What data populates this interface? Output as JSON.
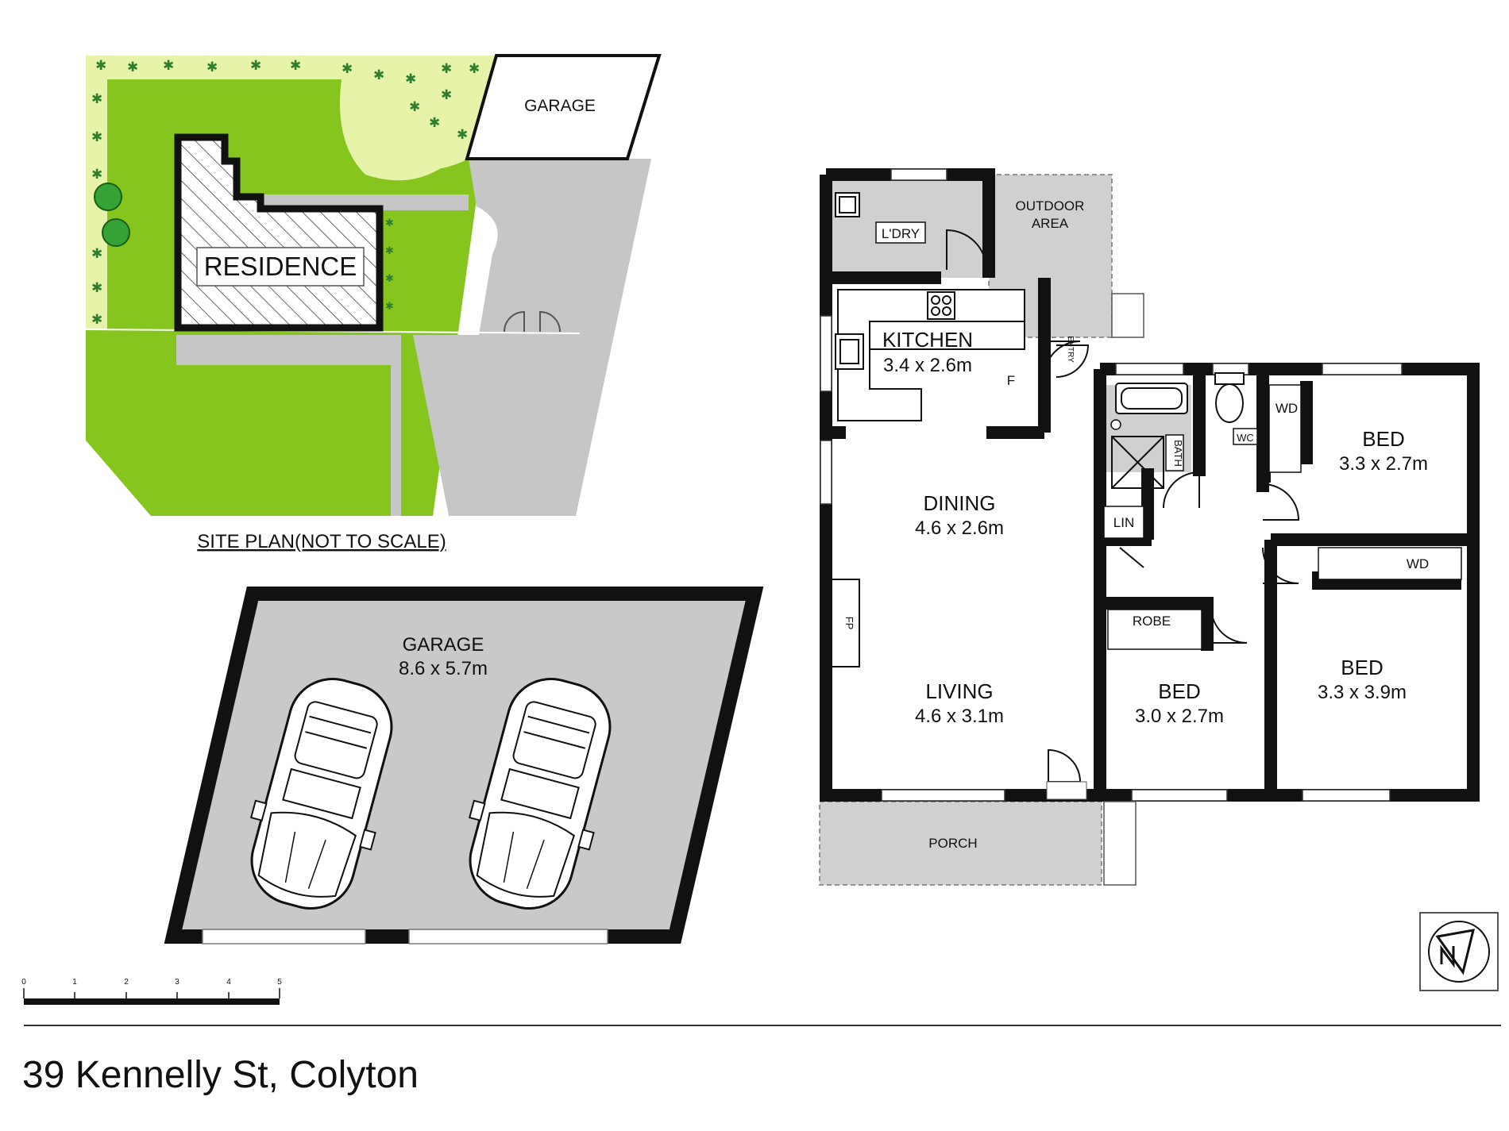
{
  "site_plan": {
    "caption": "SITE PLAN(NOT TO SCALE)",
    "residence_label": "RESIDENCE",
    "garage_label": "GARAGE"
  },
  "garage": {
    "name": "GARAGE",
    "dims": "8.6 x 5.7m"
  },
  "rooms": {
    "laundry": "L'DRY",
    "outdoor_line1": "OUTDOOR",
    "outdoor_line2": "AREA",
    "kitchen_name": "KITCHEN",
    "kitchen_dims": "3.4 x 2.6m",
    "fridge": "F",
    "entry": "ENTRY",
    "dining_name": "DINING",
    "dining_dims": "4.6 x 2.6m",
    "fireplace": "FP",
    "living_name": "LIVING",
    "living_dims": "4.6 x 3.1m",
    "porch": "PORCH",
    "bath": "BATH",
    "wc": "WC",
    "linen": "LIN",
    "bed1_wd": "WD",
    "bed1_name": "BED",
    "bed1_dims": "3.3 x 2.7m",
    "bed2_wd": "WD",
    "bed2_name": "BED",
    "bed2_dims": "3.3 x 3.9m",
    "bed3_robe": "ROBE",
    "bed3_name": "BED",
    "bed3_dims": "3.0 x 2.7m"
  },
  "scale_bar": {
    "ticks": [
      "0",
      "1",
      "2",
      "3",
      "4",
      "5"
    ]
  },
  "address": "39 Kennelly St, Colyton",
  "colors": {
    "lawn": "#86c51e",
    "garden": "#e6f3a8",
    "paving": "#c6c6c6",
    "room_fill": "#d0d0d0",
    "wall": "#111111"
  },
  "icons": [
    "north-arrow-icon",
    "car-icon",
    "tree-icon",
    "shrub-icon",
    "stove-icon",
    "sink-icon",
    "toilet-icon",
    "bathtub-icon",
    "shower-icon",
    "door-swing-icon"
  ]
}
